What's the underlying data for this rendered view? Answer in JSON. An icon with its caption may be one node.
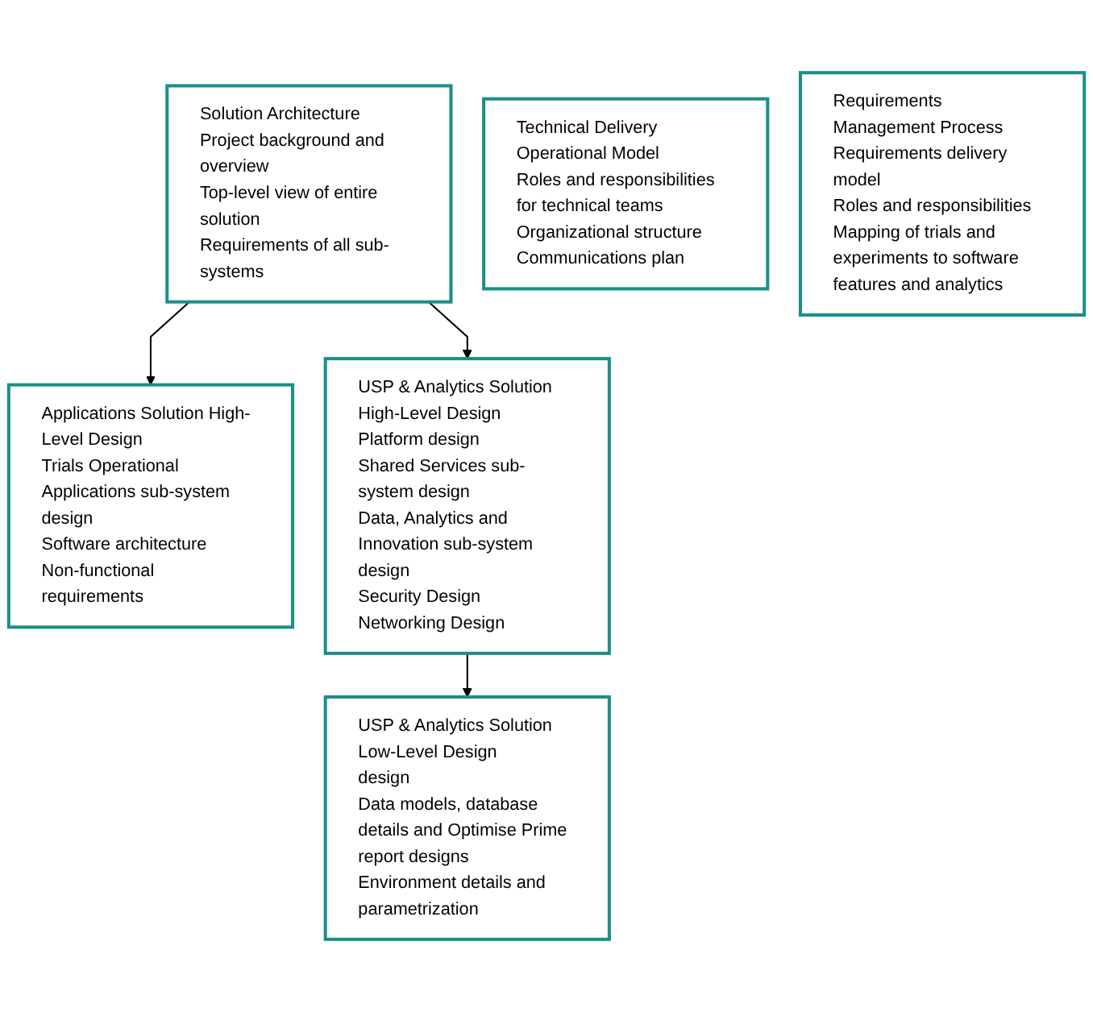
{
  "diagram": {
    "nodes": [
      {
        "text": [
          "Solution Architecture",
          "Project background and overview",
          "Top-level view of entire solution",
          "Requirements of all sub-systems"
        ]
      },
      {
        "text": [
          "Applications Solution High-Level Design",
          "Trials Operational Applications sub-system design",
          "Software architecture",
          "Non-functional requirements"
        ]
      },
      {
        "text": [
          "USP & Analytics Solution High-Level Design",
          "Platform design",
          "Shared Services sub-system design",
          "Data, Analytics and Innovation sub-system design",
          "Security Design",
          "Networking Design"
        ]
      },
      {
        "text": [
          "USP & Analytics Solution Low-Level Design",
          "design",
          "Data models, database details and Optimise Prime report designs",
          "Environment details and parametrization"
        ]
      },
      {
        "text": [
          "Technical Delivery Operational Model",
          "Roles and responsibilities for technical teams",
          "Organizational structure",
          "Communications plan"
        ]
      },
      {
        "text": [
          "Requirements Management Process",
          "Requirements delivery model",
          "Roles and responsibilities",
          "Mapping of trials and experiments to software features and analytics"
        ]
      }
    ],
    "edges": [
      {
        "from": 0,
        "to": 1,
        "arrow": "to"
      },
      {
        "from": 0,
        "to": 2,
        "arrow": "to"
      },
      {
        "from": 2,
        "to": 3,
        "arrow": "to"
      }
    ]
  }
}
